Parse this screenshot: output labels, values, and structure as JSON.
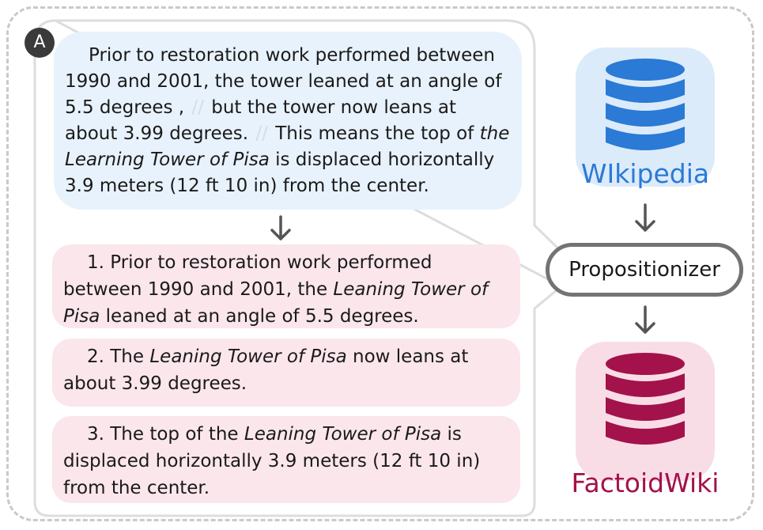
{
  "badge": "A",
  "passage": {
    "seg1": "Prior to restoration work performed between 1990 and 2001, the tower leaned at an angle of 5.5 degrees ,",
    "sep": "//",
    "seg2": "but the tower now leans at about 3.99 degrees.",
    "seg3_prefix": "This means the top of",
    "seg3_italic": "the Learning Tower of Pisa",
    "seg3_suffix": "is displaced horizontally 3.9 meters (12 ft 10 in) from the center."
  },
  "propositions": [
    {
      "pre": "1. Prior to restoration work performed between 1990 and 2001, the",
      "italic": "Leaning Tower of Pisa",
      "post": "leaned at an angle of 5.5 degrees."
    },
    {
      "pre": "2. The",
      "italic": "Leaning Tower of Pisa",
      "post": "now leans at about 3.99 degrees."
    },
    {
      "pre": "3. The top of the",
      "italic": "Leaning Tower of Pisa",
      "post": "is displaced horizontally 3.9 meters (12 ft 10 in) from the center."
    }
  ],
  "wikipedia": {
    "label": "WIkipedia",
    "color": "#2a7ad6",
    "tile": "#dcebfa",
    "icon": "database-icon"
  },
  "factoidwiki": {
    "label": "FactoidWiki",
    "color": "#a3124a",
    "tile": "#f9dde6",
    "icon": "database-icon"
  },
  "propositionizer": {
    "label": "Propositionizer"
  },
  "colors": {
    "arrow": "#555555",
    "frame_dashed": "#c9c9c9",
    "frame_inner": "#dddddd"
  }
}
